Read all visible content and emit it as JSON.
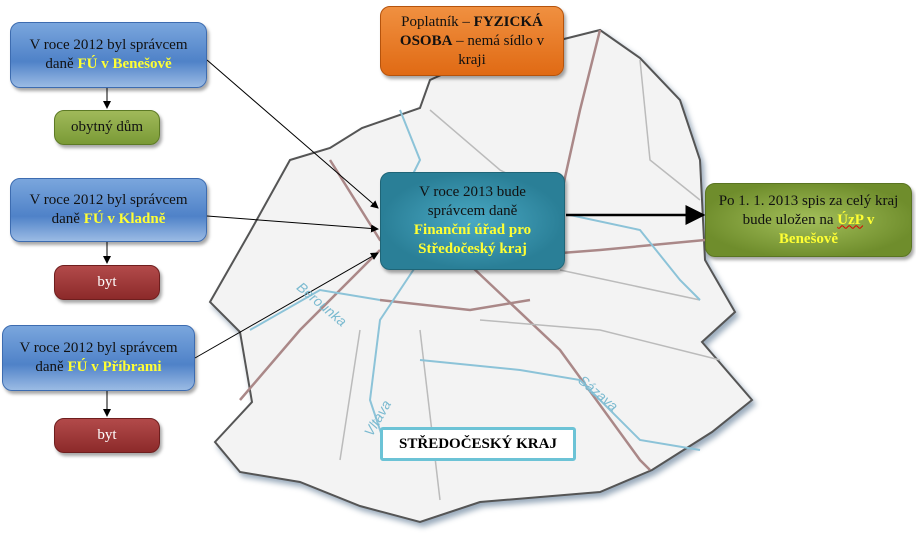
{
  "sources": [
    {
      "line1": "V roce 2012 byl správcem",
      "prefix": "daně ",
      "office": "FÚ v Benešově",
      "property": "obytný dům"
    },
    {
      "line1": "V roce 2012 byl správcem",
      "prefix": "daně ",
      "office": "FÚ v Kladně",
      "property": "byt"
    },
    {
      "line1": "V roce 2012 byl správcem",
      "prefix": "daně ",
      "office": "FÚ v Příbrami",
      "property": "byt"
    }
  ],
  "taxpayer": {
    "a": "Poplatník – ",
    "b": "FYZICKÁ OSOBA",
    "c": " – nemá sídlo v kraji"
  },
  "center": {
    "line1": "V roce 2013 bude správcem daně",
    "office": "Finanční úřad pro Středočeský kraj"
  },
  "result": {
    "text": "Po 1. 1. 2013 spis za celý kraj bude uložen na ",
    "hl1": "ÚzP",
    "hl2": " v Benešově"
  },
  "map": {
    "region_label": "STŘEDOČESKÝ KRAJ",
    "rivers": [
      "Berounka",
      "Vltava",
      "Sázava"
    ]
  },
  "colors": {
    "blue": "#4f82c8",
    "green": "#7a9a36",
    "red": "#8c2a2a",
    "orange": "#e06a14",
    "teal": "#2a7f97",
    "highlight": "#ffff33"
  }
}
